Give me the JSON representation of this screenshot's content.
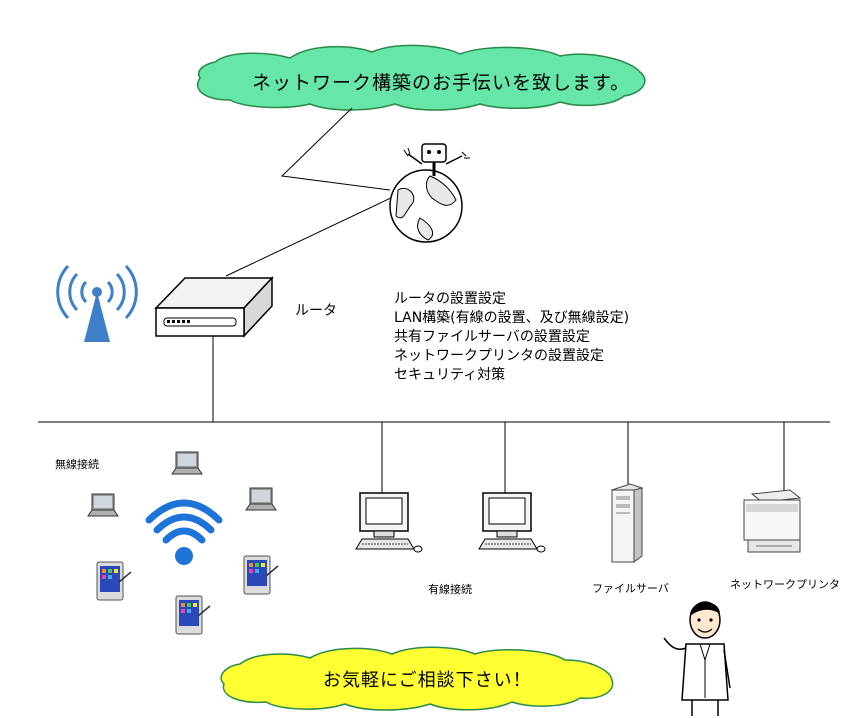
{
  "top_cloud": {
    "text": "ネットワーク構築のお手伝いを致します。",
    "color": "#66e6a8"
  },
  "bottom_cloud": {
    "text": "お気軽にご相談下さい！",
    "color": "#ffff33"
  },
  "router": {
    "label": "ルータ"
  },
  "services": [
    "ルータの設置設定",
    "LAN構築(有線の設置、及び無線設定)",
    "共有ファイルサーバの設置設定",
    "ネットワークプリンタの設置設定",
    "セキュリティ対策"
  ],
  "labels": {
    "wireless": "無線接続",
    "wired": "有線接続",
    "file_server": "ファイルサーバ",
    "network_printer": "ネットワークプリンタ"
  },
  "colors": {
    "wifi_blue": "#1e73d8",
    "antenna_blue": "#3d7fc8",
    "tablet_blue": "#2a49b8"
  },
  "icons": [
    "cloud-icon",
    "globe-robot-icon",
    "antenna-icon",
    "router-icon",
    "wifi-icon",
    "laptop-icon",
    "tablet-icon",
    "desktop-pc-icon",
    "server-tower-icon",
    "printer-icon",
    "businessman-icon"
  ]
}
